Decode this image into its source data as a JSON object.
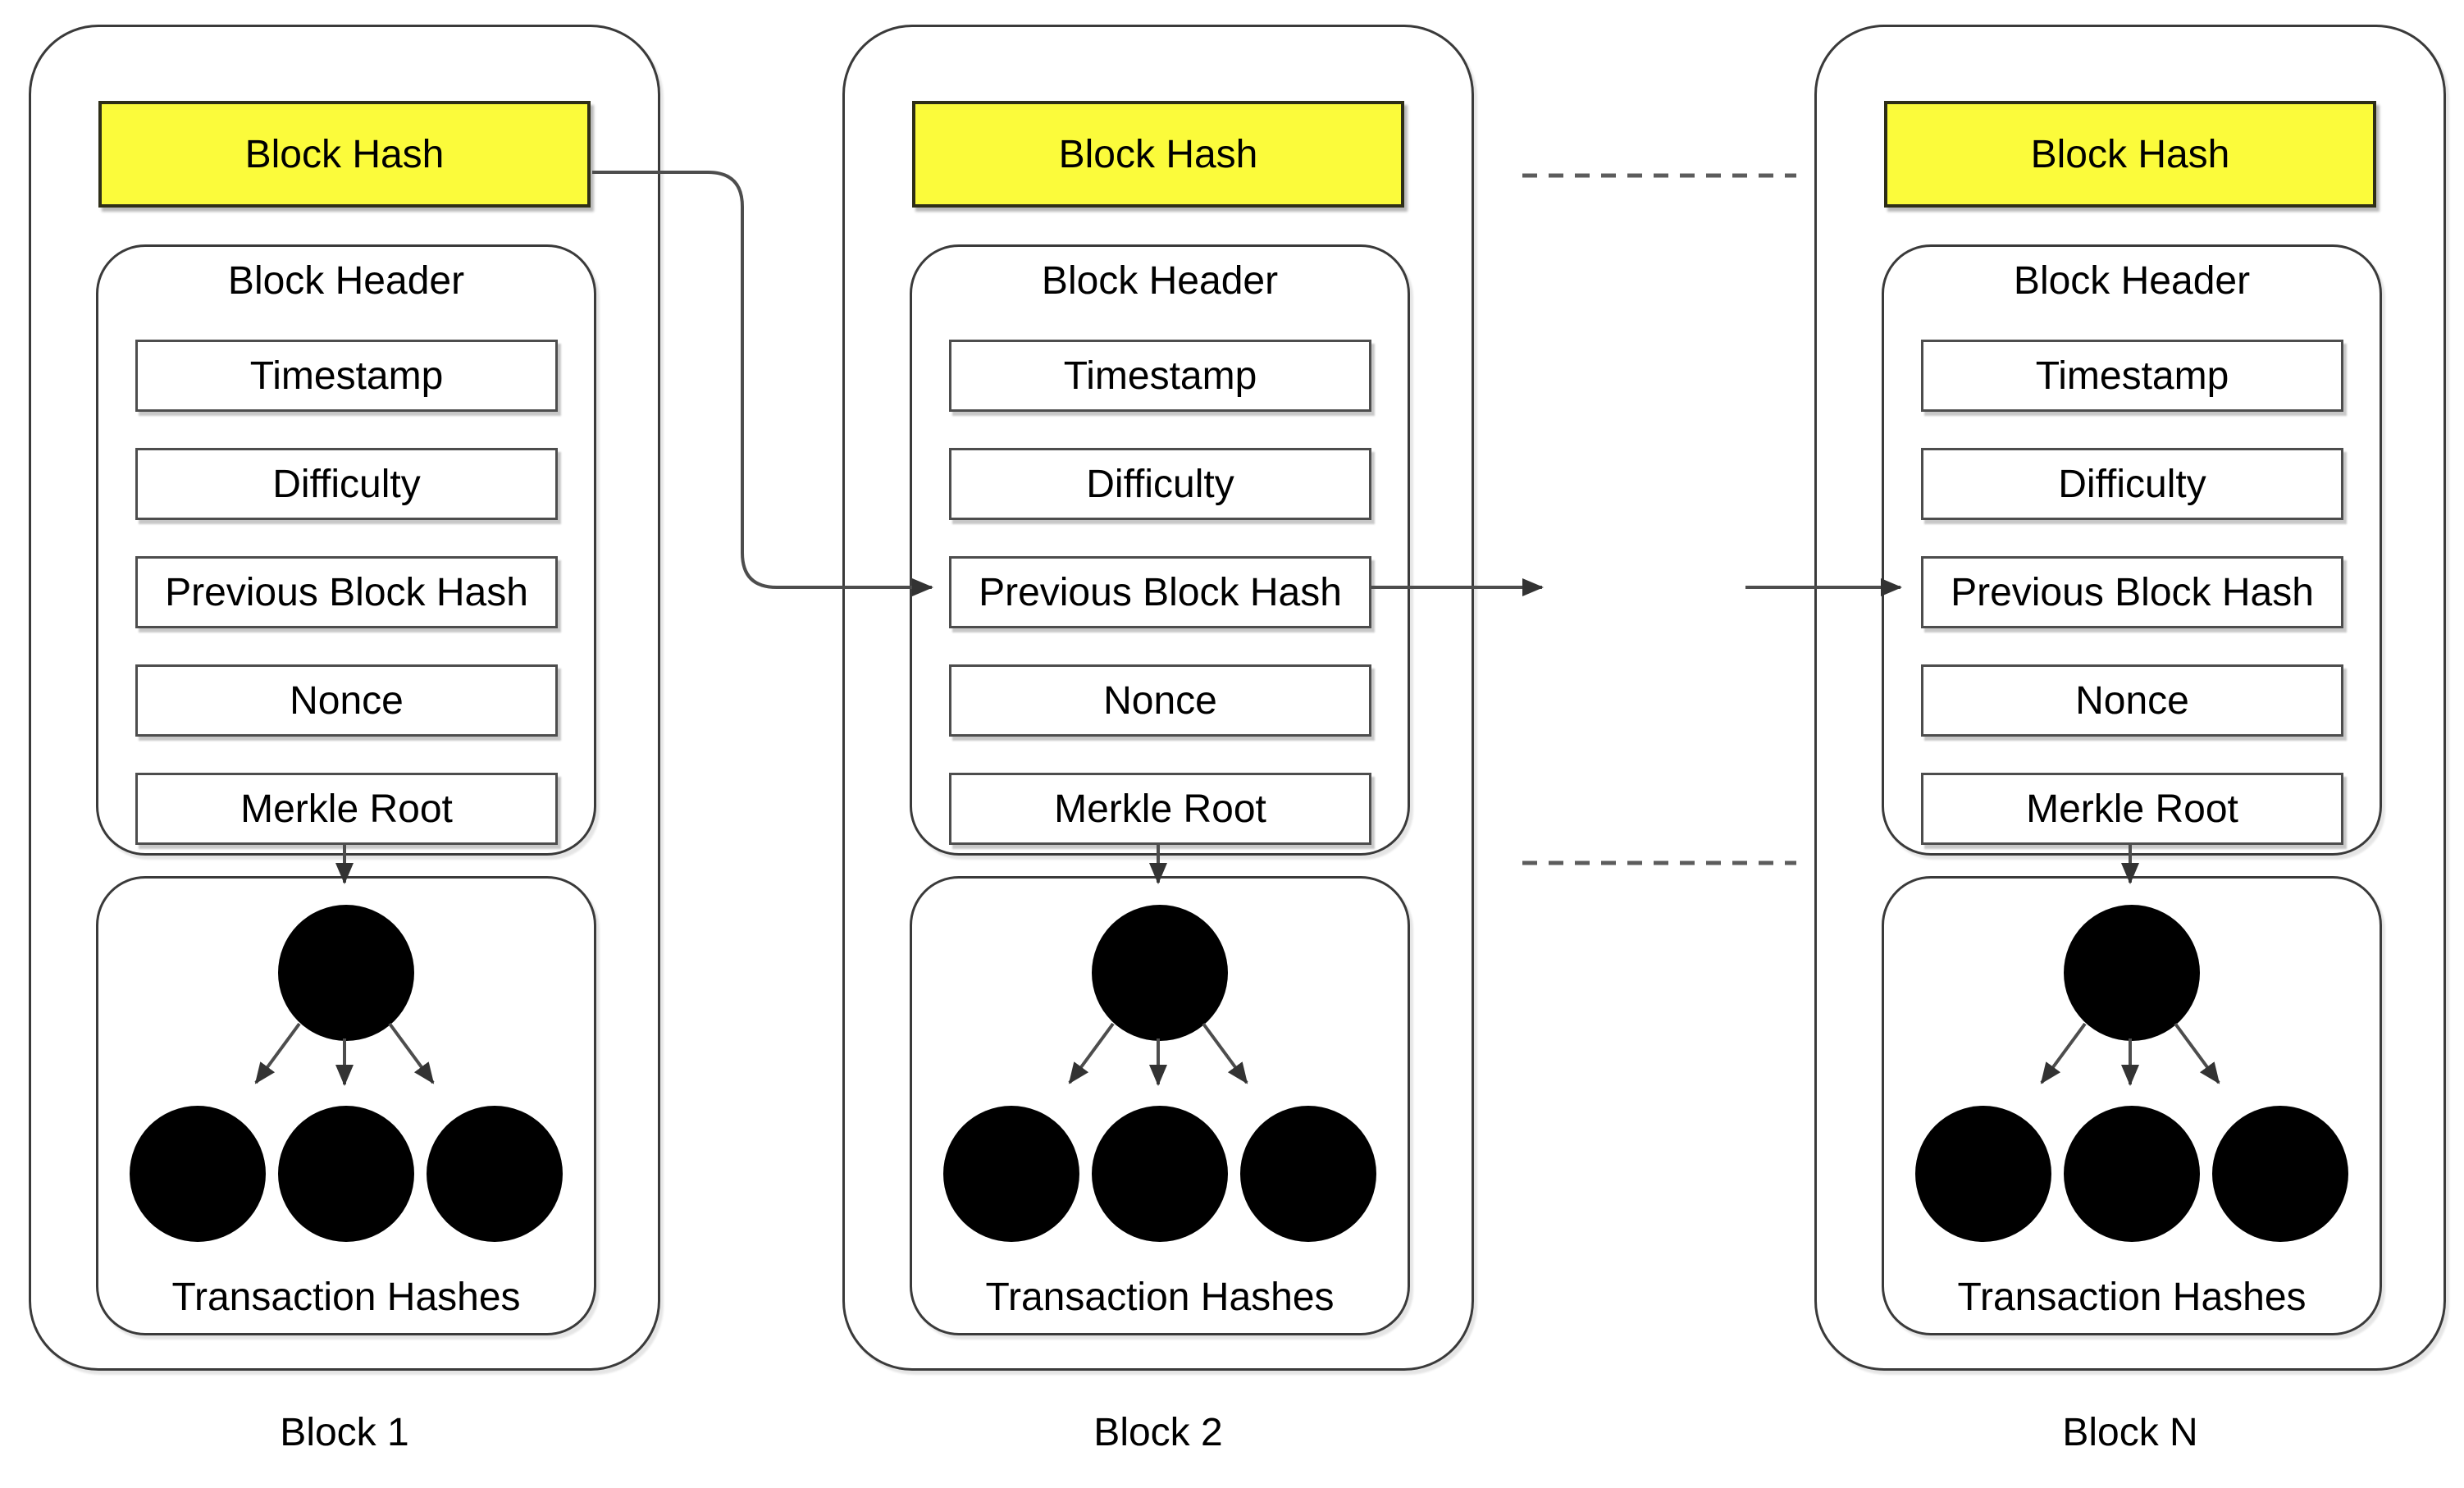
{
  "palette": {
    "background": "#FFFFFF",
    "block_hash_fill": "#FBFB3B",
    "block_hash_border": "#2E2E17",
    "container_border": "#3A3A3A",
    "field_border": "#4D4D4D",
    "connector": "#4D4D4D",
    "node_fill": "#000000",
    "text": "#000000"
  },
  "blocks": [
    {
      "label": "Block 1",
      "hash_label": "Block Hash",
      "header": {
        "title": "Block Header",
        "fields": [
          "Timestamp",
          "Difficulty",
          "Previous Block Hash",
          "Nonce",
          "Merkle Root"
        ]
      },
      "transactions": {
        "title": "Transaction Hashes",
        "root_nodes": 1,
        "leaf_nodes": 3
      }
    },
    {
      "label": "Block 2",
      "hash_label": "Block Hash",
      "header": {
        "title": "Block Header",
        "fields": [
          "Timestamp",
          "Difficulty",
          "Previous Block Hash",
          "Nonce",
          "Merkle Root"
        ]
      },
      "transactions": {
        "title": "Transaction Hashes",
        "root_nodes": 1,
        "leaf_nodes": 3
      }
    },
    {
      "label": "Block N",
      "hash_label": "Block Hash",
      "header": {
        "title": "Block Header",
        "fields": [
          "Timestamp",
          "Difficulty",
          "Previous Block Hash",
          "Nonce",
          "Merkle Root"
        ]
      },
      "transactions": {
        "title": "Transaction Hashes",
        "root_nodes": 1,
        "leaf_nodes": 3
      }
    }
  ],
  "edges": [
    {
      "from": "Block 1 / Block Hash",
      "to": "Block 2 / Previous Block Hash",
      "type": "solid-arrow"
    },
    {
      "from": "Block 2 / Previous Block Hash",
      "to": "omitted blocks",
      "type": "solid-arrow"
    },
    {
      "from": "omitted blocks",
      "to": "Block N / Previous Block Hash",
      "type": "solid-arrow"
    },
    {
      "from": "Merkle Root",
      "to": "merkle tree root node",
      "type": "solid-arrow",
      "repeats": "in every block"
    },
    {
      "from": "merkle tree root node",
      "to": "3 transaction hash leaf nodes",
      "type": "solid-arrow",
      "repeats": "in every block"
    },
    {
      "between": [
        "Block 2",
        "Block N"
      ],
      "type": "dashed-continuation-lines",
      "count": 2
    }
  ]
}
